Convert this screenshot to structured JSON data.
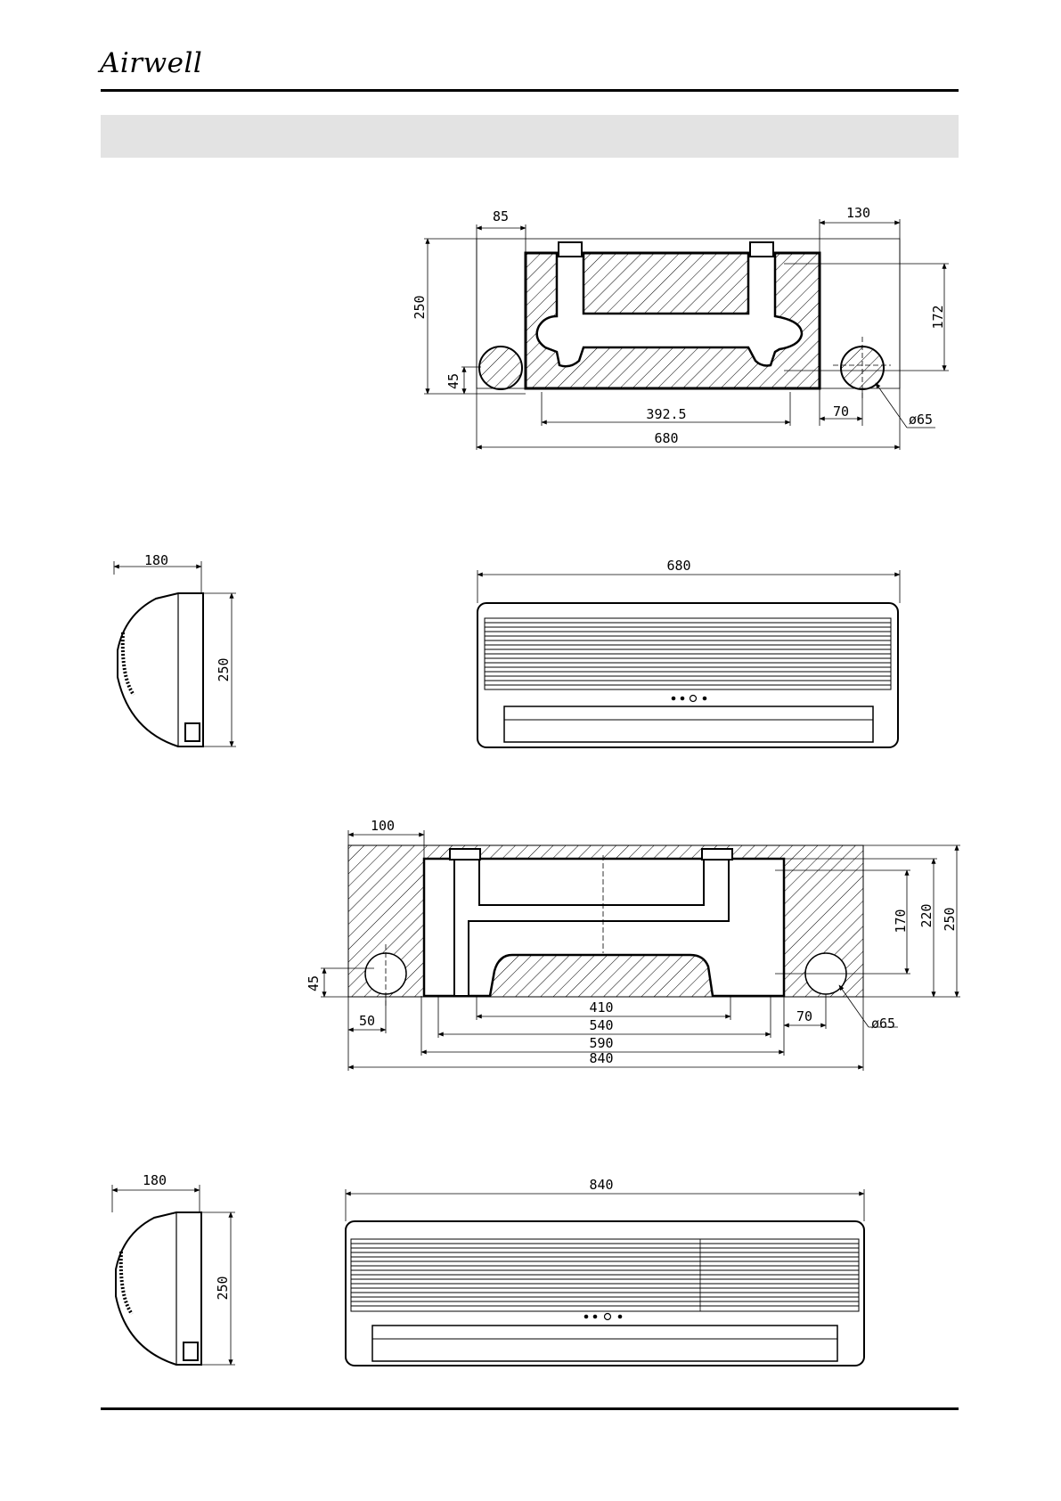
{
  "brand": {
    "logo_text": "Airwell"
  },
  "wall_plate_small": {
    "dims": {
      "left_offset": "85",
      "right_offset": "130",
      "height": "250",
      "hole_height": "45",
      "vertical": "172",
      "center_span": "392.5",
      "hole_offset": "70",
      "hole_dia": "ø65",
      "width": "680"
    }
  },
  "side_view_small": {
    "dims": {
      "depth": "180",
      "height": "250"
    }
  },
  "front_view_small": {
    "dims": {
      "width": "680"
    }
  },
  "wall_plate_large": {
    "dims": {
      "left_offset": "100",
      "hole_height": "45",
      "hole_offset_left": "50",
      "d410": "410",
      "d540": "540",
      "d590": "590",
      "width": "840",
      "hole_offset_right": "70",
      "hole_dia": "ø65",
      "v170": "170",
      "v220": "220",
      "height": "250"
    }
  },
  "side_view_large": {
    "dims": {
      "depth": "180",
      "height": "250"
    }
  },
  "front_view_large": {
    "dims": {
      "width": "840"
    }
  }
}
